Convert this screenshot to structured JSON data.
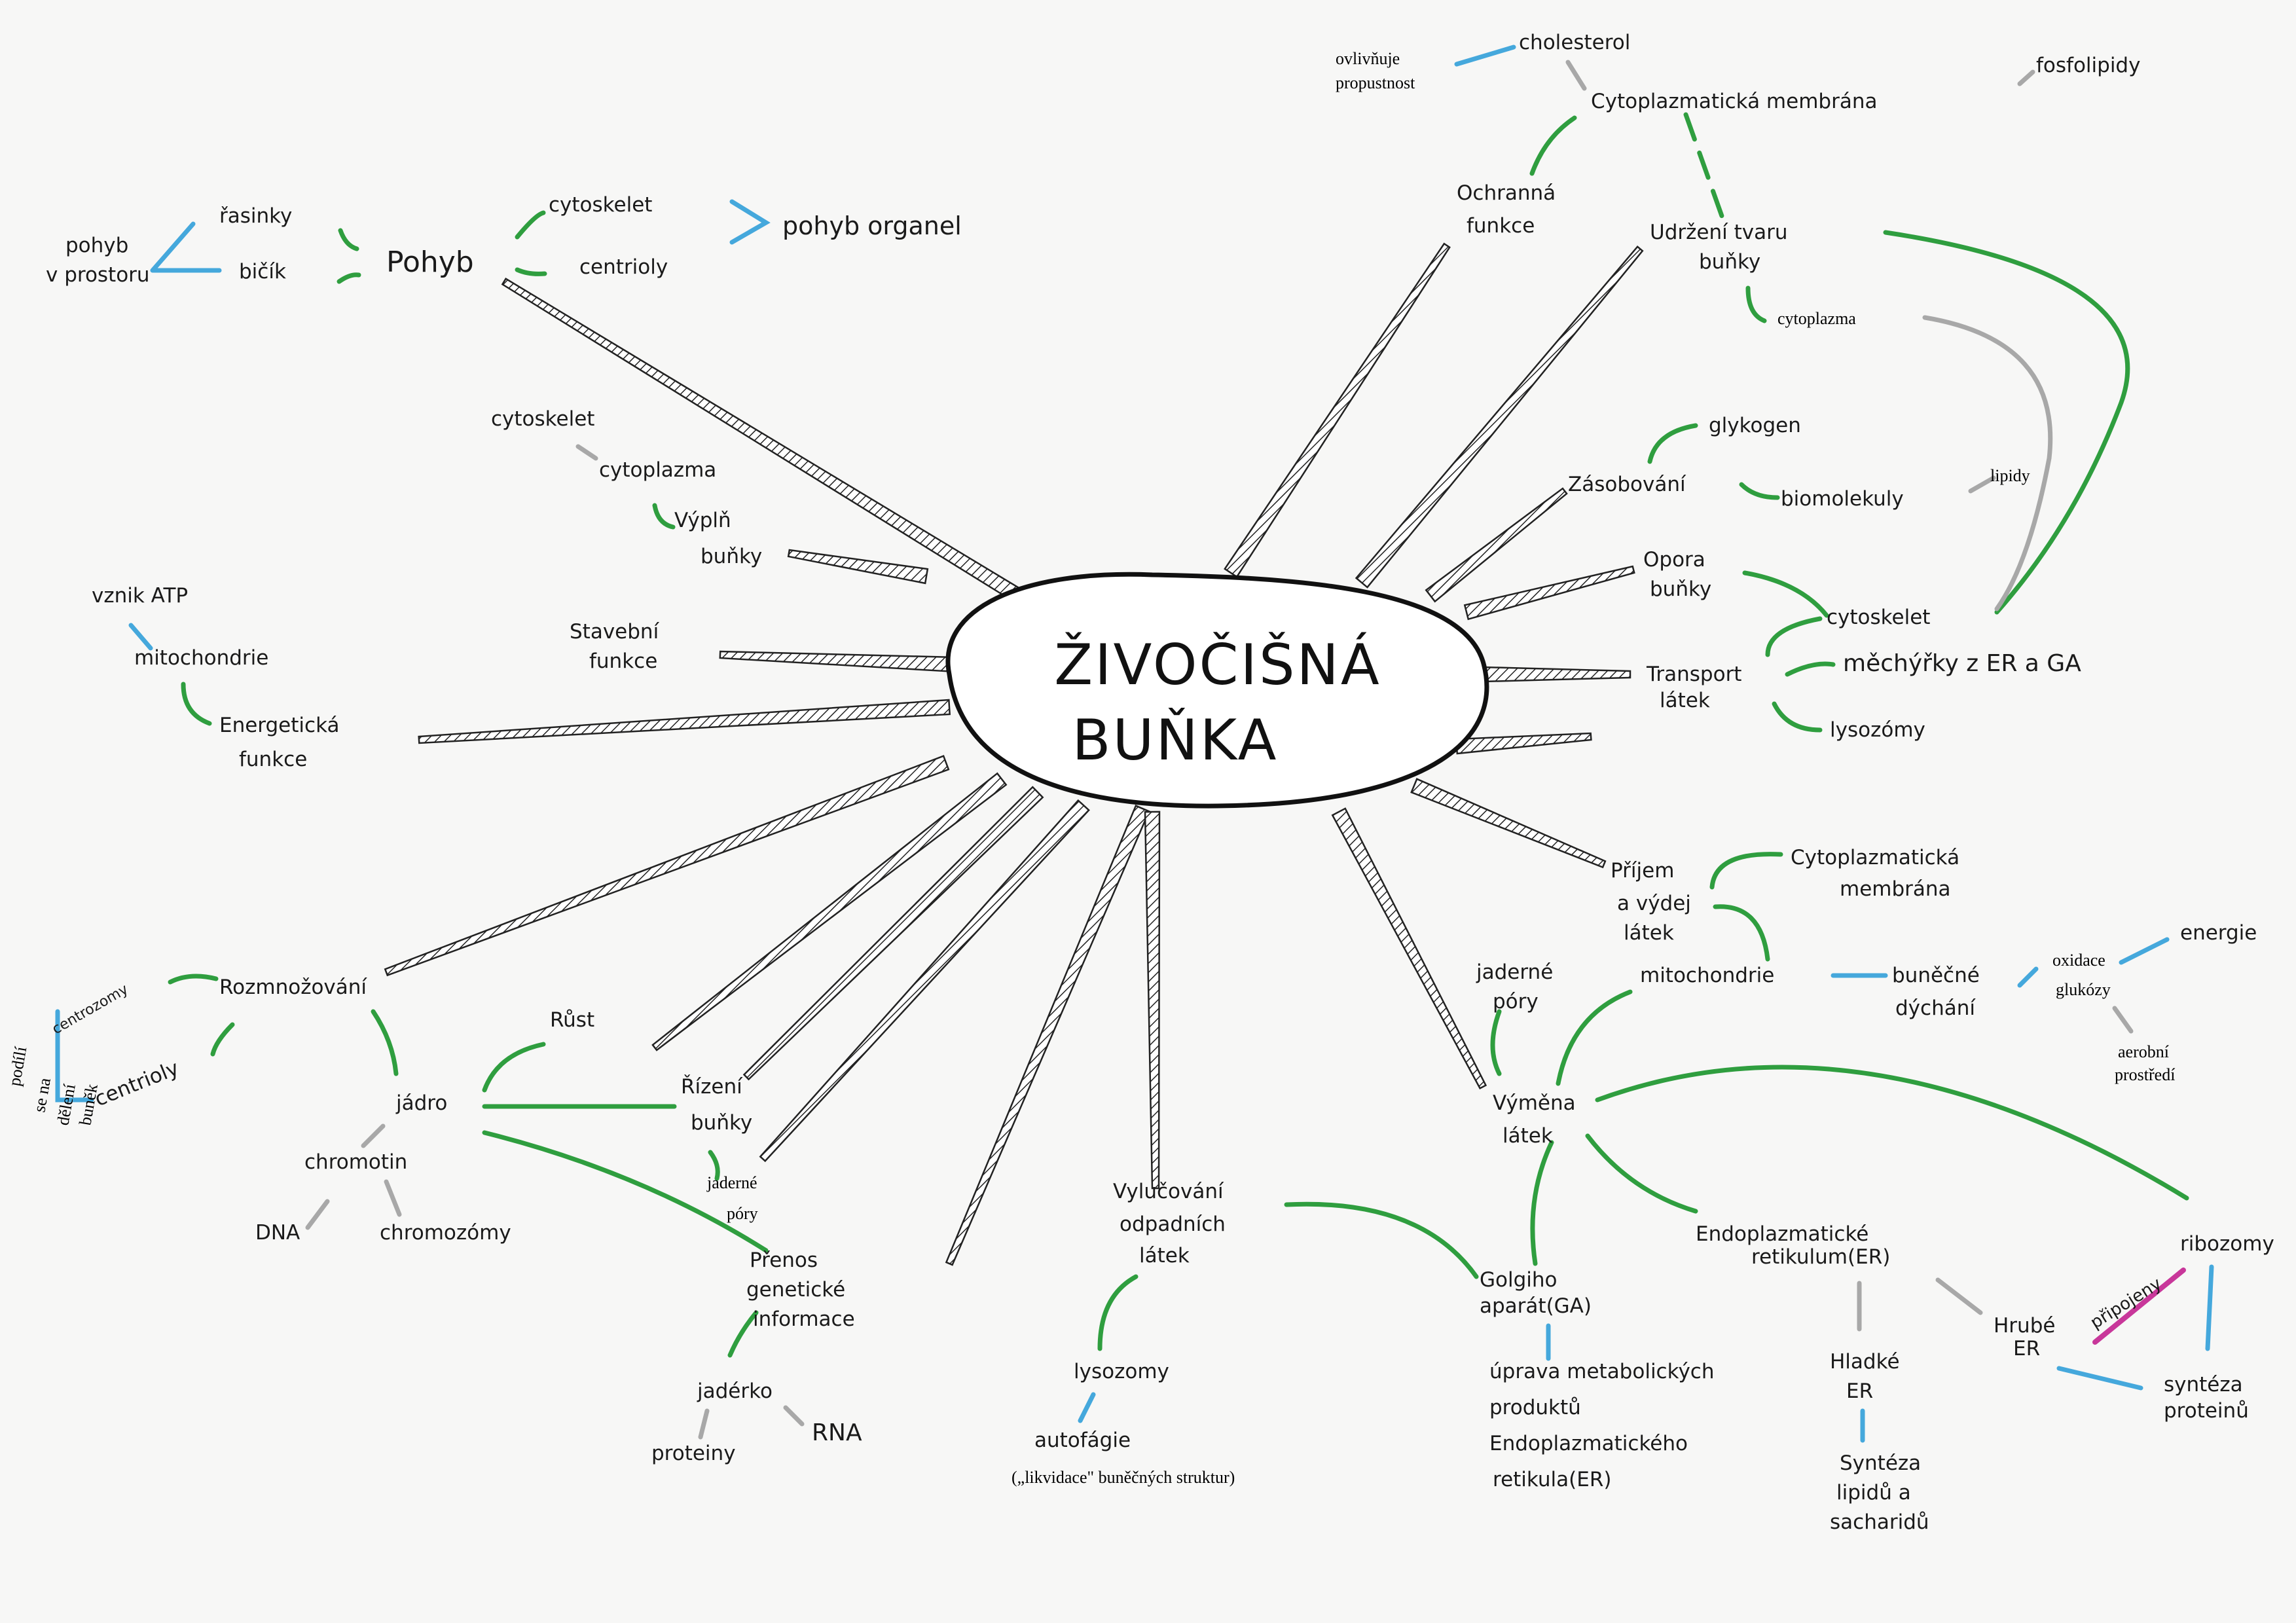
{
  "title": {
    "line1": "ŽIVOČIŠNÁ",
    "line2": "BUŇKA"
  },
  "colors": {
    "green": "#2f9e3f",
    "blue": "#45a8dc",
    "gray": "#a8a8a8",
    "pink": "#c8379a",
    "ink": "#1a1a1a"
  },
  "labels": {
    "pohyb": "Pohyb",
    "rasinky": "řasinky",
    "bicik": "bičík",
    "pohyb_v_prostoru_1": "pohyb",
    "pohyb_v_prostoru_2": "v prostoru",
    "cytoskelet_pohyb": "cytoskelet",
    "centrioly_pohyb": "centrioly",
    "pohyb_organel": "pohyb organel",
    "cytoskelet_vypln": "cytoskelet",
    "cytoplazma_vypln": "cytoplazma",
    "vypln_1": "Výplň",
    "vypln_2": "buňky",
    "stavebni_1": "Stavební",
    "stavebni_2": "funkce",
    "vznik_atp": "vznik ATP",
    "mitochondrie_energ": "mitochondrie",
    "energeticka_1": "Energetická",
    "energeticka_2": "funkce",
    "rozmnozovani": "Rozmnožování",
    "centrozomy": "centrozomy",
    "centrioly_rozm": "centrioly",
    "podili_1": "podílí",
    "podili_2": "se na",
    "podili_3": "dělení",
    "podili_4": "buněk",
    "jadro": "jádro",
    "chromotin": "chromotin",
    "dna": "DNA",
    "chromozomy": "chromozómy",
    "rust": "Růst",
    "rizeni_1": "Řízení",
    "rizeni_2": "buňky",
    "jaderne_pory_rizeni_1": "jaderné",
    "jaderne_pory_rizeni_2": "póry",
    "prenos_1": "Přenos",
    "prenos_2": "genetické",
    "prenos_3": "informace",
    "jaderko": "jadérko",
    "proteiny_jaderko": "proteiny",
    "rna": "RNA",
    "vylucovani_1": "Vylučování",
    "vylucovani_2": "odpadních",
    "vylucovani_3": "látek",
    "lysozomy_vyluc": "lysozomy",
    "autofagie_1": "autofágie",
    "autofagie_2": "(„likvidace\" buněčných struktur)",
    "golgiho_1": "Golgiho",
    "golgiho_2": "aparát(GA)",
    "uprava_1": "úprava metabolických",
    "uprava_2": "produktů",
    "uprava_3": "Endoplazmatického",
    "uprava_4": "retikula(ER)",
    "cholesterol": "cholesterol",
    "ovlivnuje_1": "ovlivňuje",
    "ovlivnuje_2": "propustnost",
    "fosfolipidy": "fosfolipidy",
    "cytoplazmaticka_membrana_top": "Cytoplazmatická membrána",
    "ochranna_1": "Ochranná",
    "ochranna_2": "funkce",
    "udrzeni_1": "Udržení tvaru",
    "udrzeni_2": "buňky",
    "cytoplazma_udrzeni": "cytoplazma",
    "glykogen": "glykogen",
    "zasobovani": "Zásobování",
    "biomolekuly": "biomolekuly",
    "lipidy": "lipidy",
    "opora_1": "Opora",
    "opora_2": "buňky",
    "cytoskelet_opora": "cytoskelet",
    "transport_1": "Transport",
    "transport_2": "látek",
    "mechyrky": "měchýřky z ER a GA",
    "lysozomy_transport": "lysozómy",
    "prijem_1": "Příjem",
    "prijem_2": "a výdej",
    "prijem_3": "látek",
    "cm_prijem_1": "Cytoplazmatická",
    "cm_prijem_2": "membrána",
    "mitochondrie_vymena": "mitochondrie",
    "bunecne_1": "buněčné",
    "bunecne_2": "dýchání",
    "oxidace_1": "oxidace",
    "oxidace_2": "glukózy",
    "energie": "energie",
    "aerobni_1": "aerobní",
    "aerobni_2": "prostředí",
    "jaderne_pory_vymena_1": "jaderné",
    "jaderne_pory_vymena_2": "póry",
    "vymena_1": "Výměna",
    "vymena_2": "látek",
    "endoplazmaticke_1": "Endoplazmatické",
    "endoplazmaticke_2": "retikulum(ER)",
    "ribozomy": "ribozomy",
    "hladke_1": "Hladké",
    "hladke_2": "ER",
    "synteza_lipidu_1": "Syntéza",
    "synteza_lipidu_2": "lipidů a",
    "synteza_lipidu_3": "sacharidů",
    "hrube_1": "Hrubé",
    "hrube_2": "ER",
    "pripojeny": "připojeny",
    "synteza_proteinu_1": "syntéza",
    "synteza_proteinu_2": "proteinů"
  }
}
